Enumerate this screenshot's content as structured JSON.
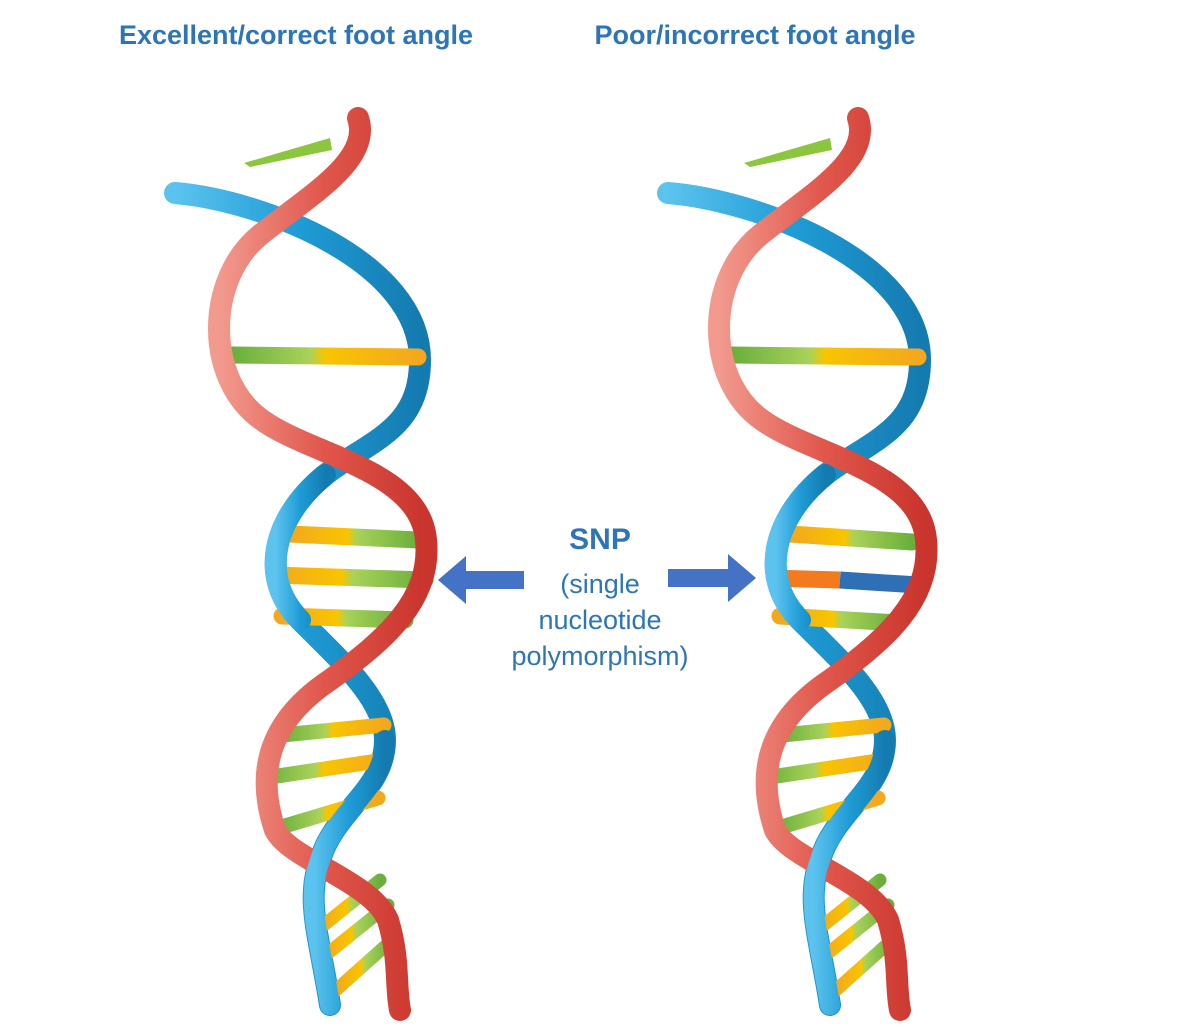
{
  "left_title": "Excellent/correct foot angle",
  "right_title": "Poor/incorrect foot angle",
  "snp": {
    "label": "SNP",
    "description_lines": [
      "(single",
      "nucleotide",
      "polymorphism)"
    ]
  },
  "colors": {
    "title_blue": "#2e75b6",
    "arrow_blue": "#4472c4",
    "strand_red": "#e0574c",
    "strand_blue": "#1f9cd6",
    "base_green": "#7ab648",
    "base_yellow": "#f5b800",
    "snp_orange": "#f47a20",
    "snp_blue": "#2e6fb5"
  },
  "icons": [
    "dna-helix-left",
    "dna-helix-right",
    "arrow-left-icon",
    "arrow-right-icon"
  ]
}
